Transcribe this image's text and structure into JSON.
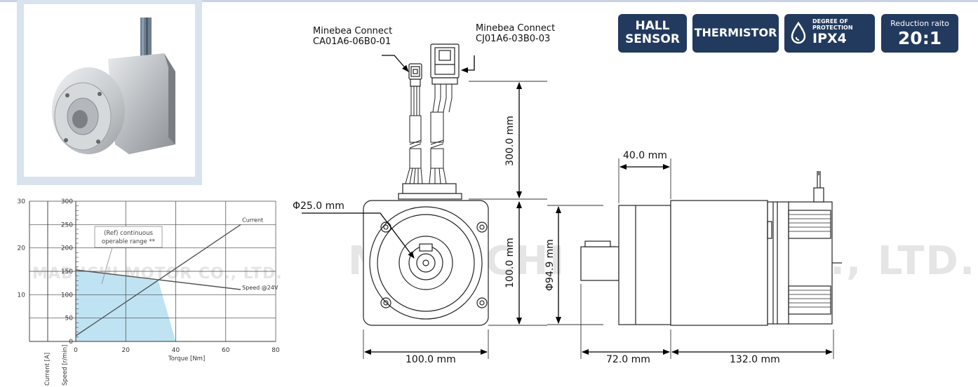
{
  "badges": {
    "hall_line1": "HALL",
    "hall_line2": "SENSOR",
    "thermistor": "THERMISTOR",
    "protection_line1": "DEGREE OF",
    "protection_line2": "PROTECTION",
    "protection_rating": "IPX4",
    "reduction_label": "Reduction raito",
    "reduction_value": "20:1"
  },
  "connectors": {
    "left_name": "Minebea Connect",
    "left_part": "CA01A6-06B0-01",
    "right_name": "Minebea Connect",
    "right_part": "CJ01A6-03B0-03"
  },
  "dimensions": {
    "cable_length": "300.0 mm",
    "body_height": "100.0 mm",
    "shaft_diameter": "Φ25.0 mm",
    "body_width": "100.0 mm",
    "flange_width": "40.0 mm",
    "gear_diameter": "Φ94.9 mm",
    "gear_length": "72.0 mm",
    "motor_length": "132.0 mm"
  },
  "watermark": "MABUCHI MOTOR CO., LTD.",
  "chart_data": {
    "type": "line",
    "x": [
      0,
      80
    ],
    "xlim": [
      0,
      80
    ],
    "xticks": [
      "0",
      "20",
      "40",
      "60",
      "80"
    ],
    "xlabel": "Torque [Nm]",
    "left_axis": {
      "label": "Current [A]",
      "ylim": [
        0,
        30
      ],
      "ticks": [
        "10",
        "20",
        "30"
      ]
    },
    "right_axis": {
      "label": "Speed [r/min]",
      "ylim": [
        0,
        300
      ],
      "ticks": [
        "0",
        "50",
        "100",
        "150",
        "200",
        "250",
        "300"
      ]
    },
    "series": [
      {
        "name": "Current",
        "axis": "left",
        "x": [
          0,
          66
        ],
        "y": [
          1.2,
          25
        ]
      },
      {
        "name": "Speed @24V",
        "axis": "right",
        "x": [
          0,
          66
        ],
        "y": [
          153,
          111
        ]
      }
    ],
    "region": {
      "name": "(Ref) continuous operable range **",
      "axis": "right",
      "points": [
        [
          0,
          0
        ],
        [
          0,
          153
        ],
        [
          33,
          130
        ],
        [
          40,
          0
        ]
      ]
    }
  }
}
